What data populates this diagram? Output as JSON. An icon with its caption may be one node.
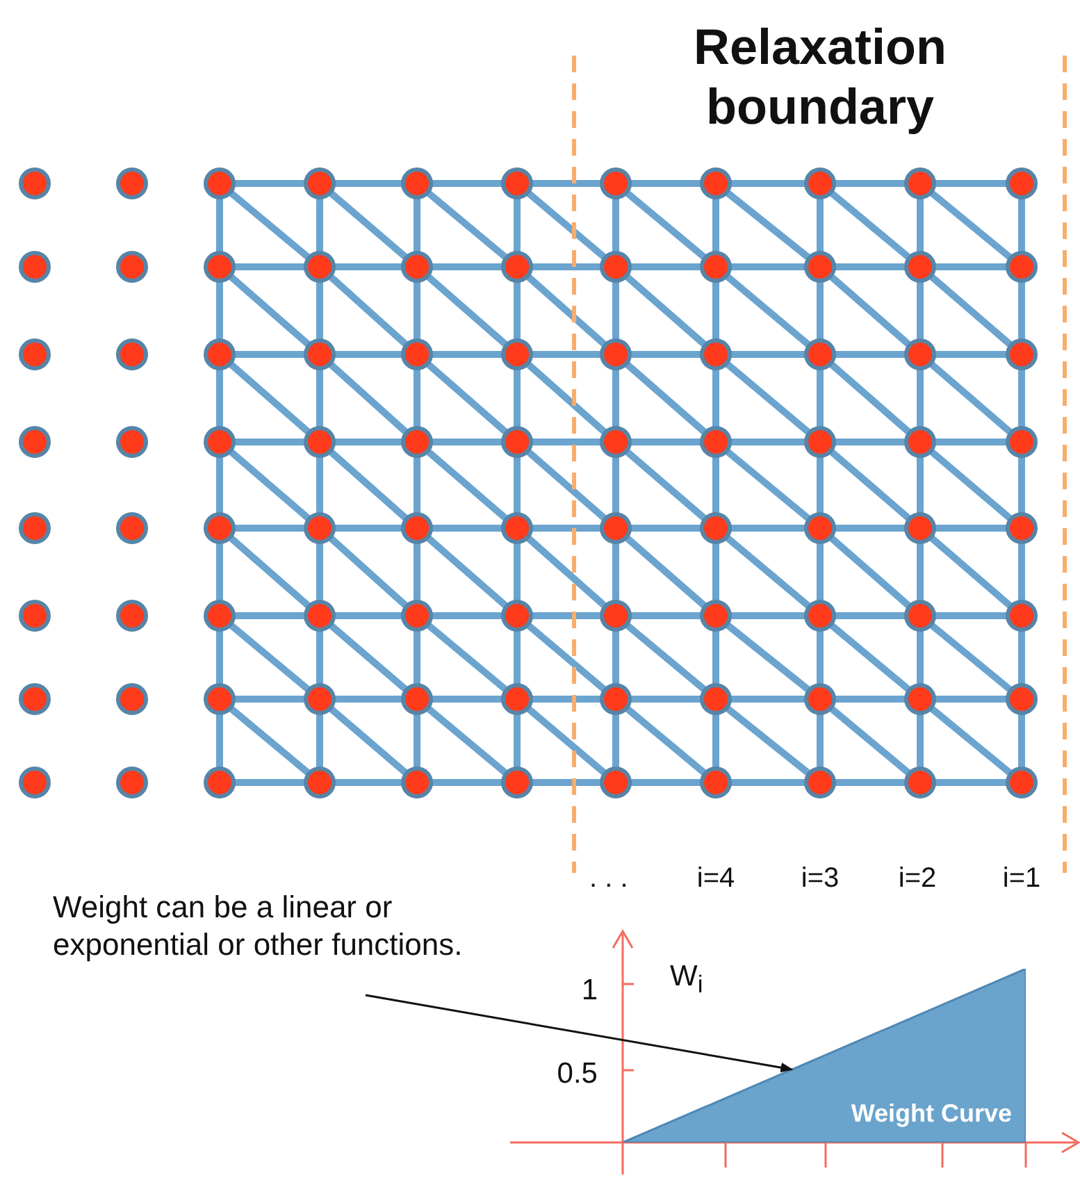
{
  "diagram": {
    "nodes": [
      {
        "text": [
          "Weight can be  a linear or exponential or other functions."
        ]
      },
      {
        "text": [
          "Weight Curve"
        ]
      }
    ],
    "edges": [
      {
        "from": 0,
        "to": 1,
        "arrow": "to"
      }
    ],
    "labels": [
      "Relaxation boundary",
      ". . .",
      "i=4",
      "i=3",
      "i=2",
      "i=1",
      "1",
      "W$_{i}$",
      "0.5"
    ]
  }
}
